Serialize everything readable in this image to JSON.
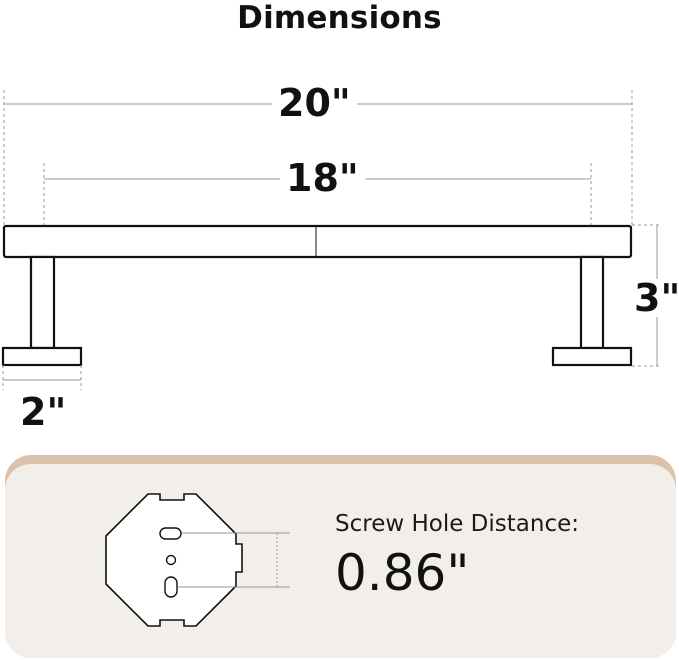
{
  "title": "Dimensions",
  "dimensions": {
    "overall_width": "20\"",
    "leg_span": "18\"",
    "height": "3\"",
    "foot_width": "2\""
  },
  "screw_hole": {
    "label": "Screw Hole Distance:",
    "value": "0.86\""
  },
  "colors": {
    "line": "#111111",
    "dashed": "#9a9a9a",
    "panel": "#f2efeb",
    "panel_accent": "#ddc2ab"
  }
}
